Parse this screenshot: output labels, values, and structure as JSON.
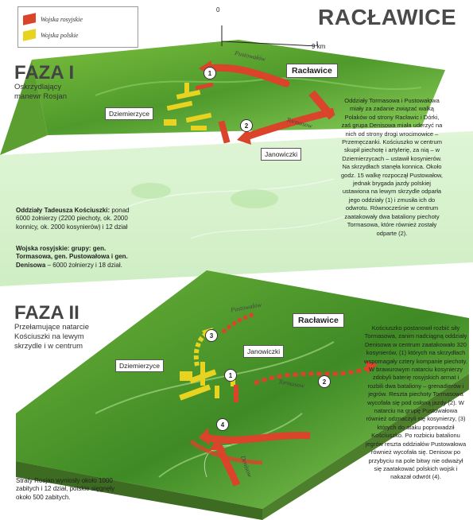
{
  "title": "RACŁAWICE",
  "legend": {
    "russian": {
      "label": "Wojska rosyjskie",
      "color": "#d9442a"
    },
    "polish": {
      "label": "Wojska polskie",
      "color": "#e8d321"
    }
  },
  "scale": {
    "start": "0",
    "end": "9 km"
  },
  "phase1": {
    "title": "FAZA I",
    "subtitle": "Oskrzydlający manewr Rosjan",
    "places": {
      "raclawice": "Racławice",
      "dziemierzyce": "Dziemierzyce",
      "janowiczki": "Janowiczki"
    },
    "rivers": {
      "pustowalow": "Pustowałów",
      "tormasow": "Tormasow"
    },
    "markers": [
      "1",
      "2"
    ],
    "polish_forces_heading": "Oddziały Tadeusza Kościuszki:",
    "polish_forces_text": "ponad 6000 żołnierzy (2200 piechoty, ok. 2000 konnicy, ok. 2000 kosynierów) i 12 dział",
    "russian_forces_heading": "Wojska rosyjskie: grupy: gen. Tormasowa, gen. Pustowałowa i gen. Denisowa",
    "russian_forces_text": "– 6000 żołnierzy i 18 dział.",
    "description": "Oddziały Tormasowa i Pustowałowa miały za zadanie związać walką Polaków od strony Racławic i Dórki, zaś grupa Denisowa miała uderzyć na nich od strony drogi wrocimowice – Przemęczanki. Kościuszko w centrum skupił piechotę i artylerię, za nią – w Dziemierzycach – ustawił kosynierów. Na skrzydłach stanęła konnica. Około godz. 15 walkę rozpoczął Pustowałow, jednak brygada jazdy polskiej ustawiona na lewym skrzydle odparła jego oddziały (1) i zmusiła ich do odwrotu. Równocześnie w centrum zaatakowały dwa bataliony piechoty Tormasowa, które również zostały odparte (2)."
  },
  "phase2": {
    "title": "FAZA II",
    "subtitle": "Przełamujące natarcie Kościuszki na lewym skrzydle i w centrum",
    "places": {
      "raclawice": "Racławice",
      "dziemierzyce": "Dziemierzyce",
      "janowiczki": "Janowiczki"
    },
    "rivers": {
      "pustowalow": "Pustowałów",
      "tormasow": "Tormasow",
      "denisow": "Denisow"
    },
    "markers": [
      "1",
      "2",
      "3",
      "4"
    ],
    "losses": "Straty Rosjan wyniosły około 1000 zabitych i 12 dział, polskie sięgnęły około 500 zabitych.",
    "description": "Kościuszko postanowił rozbić siły Tormasowa, zanim nadciągną oddziały Denisowa w centrum zaatakowało 320 kosynierów, (1) których na skrzydłach wspomagały cztery kompanie piechoty. W brawurowym natarciu kosynierzy zdobyli baterię rosyjskich armat i rozbili dwa bataliony – grenadierów i jegrów. Reszta piechoty Tormasowa wycofała się pod osłoną jazdy (2). W natarciu na grupę Pustowałowa również odznaczyli się kosynierzy, (3) których do ataku poprowadził Kościuszko. Po rozbiciu batalionu jegrów reszta oddziałów Pustowałowa również wycofała się. Denisow po przybyciu na pole bitwy nie odważył się zaatakować polskich wojsk i nakazał odwrót (4)."
  }
}
